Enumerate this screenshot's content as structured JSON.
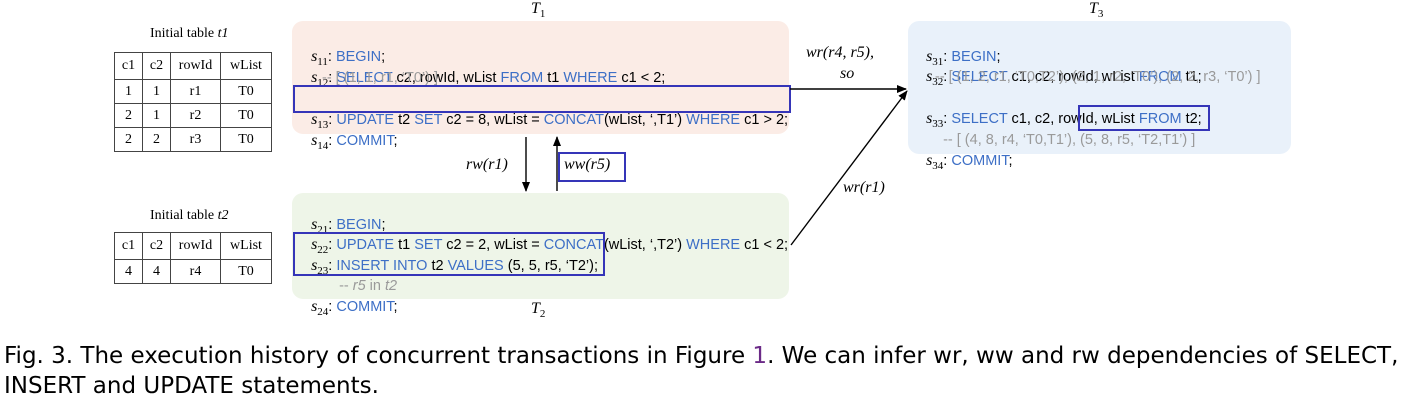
{
  "tables": [
    {
      "caption_prefix": "Initial table ",
      "caption_name": "t1",
      "headers": [
        "c1",
        "c2",
        "rowId",
        "wList"
      ],
      "rows": [
        [
          "1",
          "1",
          "r1",
          "T0"
        ],
        [
          "2",
          "1",
          "r2",
          "T0"
        ],
        [
          "2",
          "2",
          "r3",
          "T0"
        ]
      ]
    },
    {
      "caption_prefix": "Initial table ",
      "caption_name": "t2",
      "headers": [
        "c1",
        "c2",
        "rowId",
        "wList"
      ],
      "rows": [
        [
          "4",
          "4",
          "r4",
          "T0"
        ]
      ]
    }
  ],
  "transactions": {
    "t1": {
      "title": "T",
      "sub": "1"
    },
    "t2": {
      "title": "T",
      "sub": "2"
    },
    "t3": {
      "title": "T",
      "sub": "3"
    }
  },
  "statements": {
    "s11": {
      "s": "s",
      "n": "11",
      "a": ": ",
      "kw1": "BEGIN",
      "b": ";"
    },
    "s12": {
      "s": "s",
      "n": "12",
      "a": ": ",
      "kw1": "SELECT",
      "b": " c2, rowId, wList ",
      "kw2": "FROM",
      "c": " t1 ",
      "kw3": "WHERE",
      "d": " c1 < 2;"
    },
    "s12c": "-- [ (1, 1, r1, ‘T0’) ]",
    "s13": {
      "s": "s",
      "n": "13",
      "a": ": ",
      "kw1": "UPDATE",
      "b": " t2 ",
      "kw2": "SET",
      "c": " c2 = 8, wList = ",
      "kw3": "CONCAT",
      "d": "(wList, ‘,T1’) ",
      "kw4": "WHERE",
      "e": " c1 > 2;"
    },
    "s14": {
      "s": "s",
      "n": "14",
      "a": ": ",
      "kw1": "COMMIT",
      "b": ";"
    },
    "s21": {
      "s": "s",
      "n": "21",
      "a": ": ",
      "kw1": "BEGIN",
      "b": ";"
    },
    "s22": {
      "s": "s",
      "n": "22",
      "a": ": ",
      "kw1": "UPDATE",
      "b": " t1 ",
      "kw2": "SET",
      "c": " c2 = 2, wList = ",
      "kw3": "CONCAT",
      "d": "(wList, ‘,T2’) ",
      "kw4": "WHERE",
      "e": " c1 < 2;"
    },
    "s23": {
      "s": "s",
      "n": "23",
      "a": ": ",
      "kw1": "INSERT INTO",
      "b": " t2 ",
      "kw2": "VALUES",
      "c": " (5, 5, r5, ‘T2’);"
    },
    "s23c": {
      "a": "-- ",
      "b": "r5",
      "c": " in ",
      "d": "t2"
    },
    "s24": {
      "s": "s",
      "n": "24",
      "a": ": ",
      "kw1": "COMMIT",
      "b": ";"
    },
    "s31": {
      "s": "s",
      "n": "31",
      "a": ": ",
      "kw1": "BEGIN",
      "b": ";"
    },
    "s32": {
      "s": "s",
      "n": "32",
      "a": ": ",
      "kw1": "SELECT",
      "b": " c1, c2, rowId, wList ",
      "kw2": "FROM",
      "c": " t1;"
    },
    "s32c": "-- [ (1, 2, r1, ‘T0,T2’), (2, 1, r2, ‘T0’), (2, 2, r3, ‘T0’) ]",
    "s33": {
      "s": "s",
      "n": "33",
      "a": ": ",
      "kw1": "SELECT",
      "b": " c1, c2, rowId, wList ",
      "kw2": "FROM",
      "c": " t2;"
    },
    "s33c": {
      "a": "-- [ (4, 8, r4, ‘T0,T1’), ",
      "b": "(5, 8, r5, ‘T2,T1’)",
      "c": " ]"
    },
    "s34": {
      "s": "s",
      "n": "34",
      "a": ": ",
      "kw1": "COMMIT",
      "b": ";"
    }
  },
  "edges": {
    "wr_r4_r5": "wr(r4, r5),",
    "so": "so",
    "rw_r1": "rw(r1)",
    "ww_r5": "ww(r5)",
    "wr_r1": "wr(r1)"
  },
  "caption": {
    "prefix": "Fig. 3.  The execution history of concurrent transactions in Figure ",
    "ref": "1",
    "suffix": ". We can infer wr, ww and rw dependencies of SELECT, INSERT and UPDATE statements."
  },
  "colors": {
    "t1_bg": "#fbece6",
    "t2_bg": "#eef5e8",
    "t3_bg": "#e9f1fa",
    "keyword": "#3d6fc6",
    "comment": "#9a9a9a",
    "highlight": "#3535b8",
    "figure_ref": "#6b2a87"
  }
}
